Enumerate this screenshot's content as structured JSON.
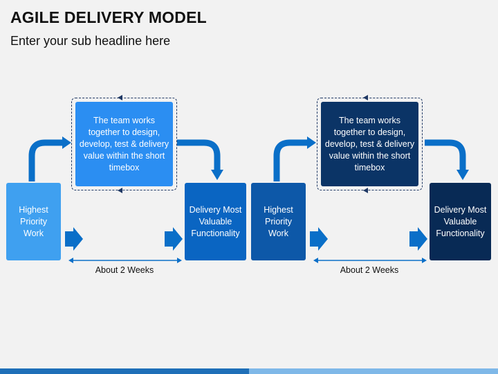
{
  "header": {
    "title": "AGILE DELIVERY MODEL",
    "subtitle": "Enter your sub headline here"
  },
  "colors": {
    "background": "#f2f2f2",
    "arrow_blue": "#0a6fc8",
    "left_input": "#3fa0f0",
    "left_team": "#2b8ef2",
    "left_delivery": "#0a65c2",
    "right_input": "#0d58a8",
    "right_team": "#0b3466",
    "right_delivery": "#082a55",
    "dashed_frame": "#1f3864"
  },
  "diagram": {
    "left": {
      "input_label": "Highest Priority Work",
      "team_label": "The team works together to design, develop, test & delivery value within the short timebox",
      "delivery_label": "Delivery Most Valuable Functionality",
      "duration_label": "About 2 Weeks"
    },
    "right": {
      "input_label": "Highest Priority Work",
      "team_label": "The team works together to design, develop, test & delivery value within the short timebox",
      "delivery_label": "Delivery Most Valuable Functionality",
      "duration_label": "About 2 Weeks"
    }
  }
}
